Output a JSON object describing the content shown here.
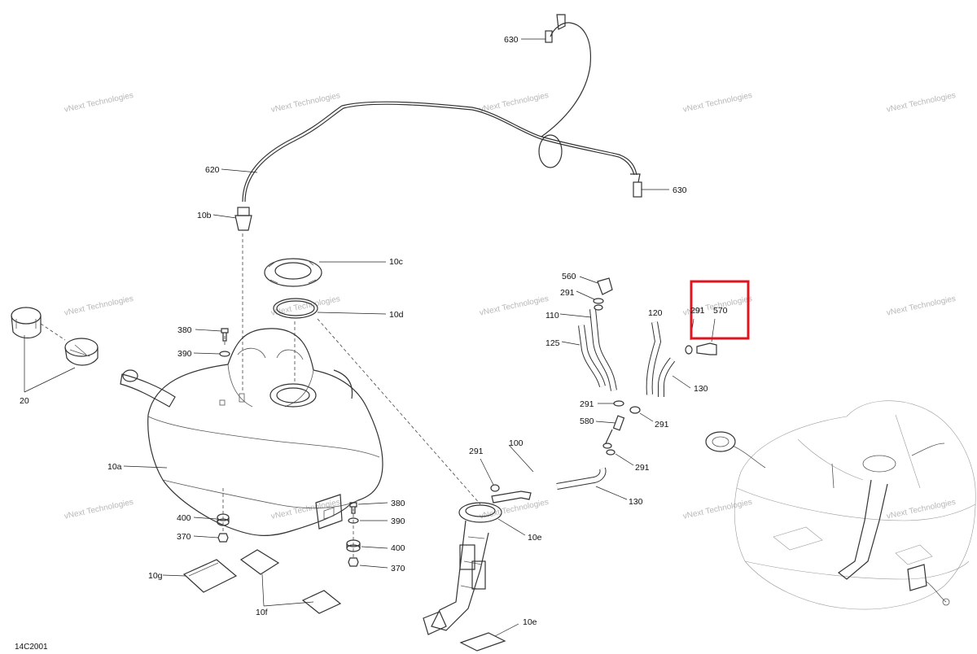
{
  "drawing_code": "14C2001",
  "watermark_text": "vNext Technologies",
  "highlight_color": "#e0141e",
  "labels": {
    "l630a": "630",
    "l630b": "630",
    "l620": "620",
    "l10b": "10b",
    "l10c": "10c",
    "l10d": "10d",
    "l380a": "380",
    "l390a": "390",
    "l20": "20",
    "l10a": "10a",
    "l400a": "400",
    "l370a": "370",
    "l10g": "10g",
    "l10f": "10f",
    "l380b": "380",
    "l390b": "390",
    "l400b": "400",
    "l370b": "370",
    "l560": "560",
    "l291a": "291",
    "l110": "110",
    "l125": "125",
    "l120": "120",
    "l291b": "291",
    "l570": "570",
    "l130a": "130",
    "l291c": "291",
    "l580": "580",
    "l291d": "291",
    "l291e": "291",
    "l100": "100",
    "l291f": "291",
    "l130b": "130",
    "l10e_a": "10e",
    "l10e_b": "10e"
  }
}
